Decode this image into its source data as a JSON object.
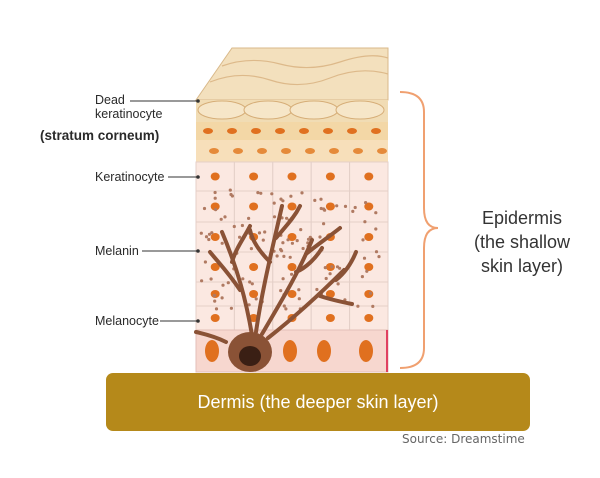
{
  "labels": {
    "dead_keratinocyte_line1": "Dead",
    "dead_keratinocyte_line2": "keratinocyte",
    "stratum_corneum": "(stratum corneum)",
    "keratinocyte": "Keratinocyte",
    "melanin": "Melanin",
    "melanocyte": "Melanocyte"
  },
  "epidermis": {
    "line1": "Epidermis",
    "line2": "(the shallow",
    "line3": "skin layer)"
  },
  "dermis_label": "Dermis (the deeper skin layer)",
  "source": "Source: Dreamstime",
  "colors": {
    "corneum": "#efd9b0",
    "cell_bg": "#fbe7df",
    "nucleus": "#e0701f",
    "melanocyte": "#8a5236",
    "dermis": "#b5891a",
    "brace": "#f0a070"
  }
}
